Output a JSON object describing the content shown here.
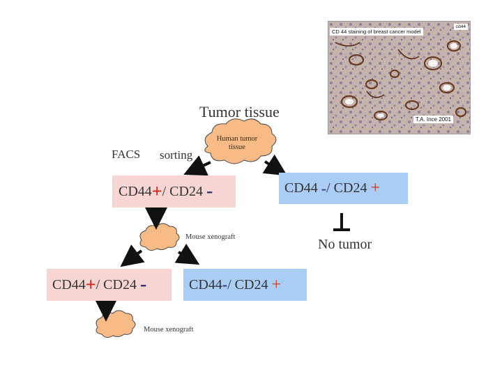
{
  "micrograph": {
    "caption": "CD 44 staining of breast cancer model",
    "corner_label": "cd44",
    "credit": "T.A. Ince 2001"
  },
  "title": "Tumor tissue",
  "source": {
    "label_facs": "FACS",
    "label_sorting": "sorting",
    "cloud_text_line1": "Human tumor",
    "cloud_text_line2": "tissue"
  },
  "populations": {
    "pop1": {
      "left": "CD44",
      "left_sign": "+",
      "right": "/ CD24",
      "right_sign": "-"
    },
    "pop2": {
      "left": "CD44",
      "left_sign": "-",
      "right": "/ CD24",
      "right_sign": "+"
    },
    "pop3": {
      "left": "CD44",
      "left_sign": "+",
      "right": "/ CD24",
      "right_sign": "-"
    },
    "pop4": {
      "left": "CD44",
      "left_sign": "-",
      "right": "/ CD24",
      "right_sign": "+"
    }
  },
  "xenograft_1": "Mouse xenograft",
  "xenograft_2": "Mouse xenograft",
  "no_tumor": "No tumor",
  "colors": {
    "pink_box": "#f6d5d2",
    "blue_box": "#a9cdf5",
    "plus_red": "#d8261c",
    "minus_navy": "#34357a",
    "cloud_fill": "#f9bb86"
  }
}
